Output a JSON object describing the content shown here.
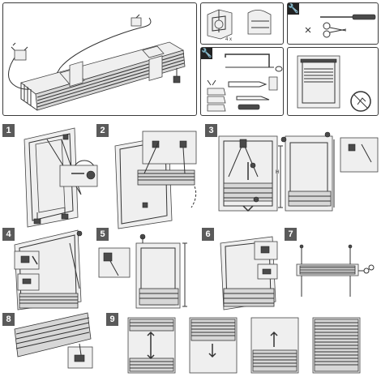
{
  "steps": {
    "s1": "1",
    "s2": "2",
    "s3": "3",
    "s4": "4",
    "s5": "5",
    "s6": "6",
    "s7": "7",
    "s8": "8",
    "s9": "9"
  },
  "clip_count_label": "4 x",
  "dimension_label": "H",
  "colors": {
    "badge": "#5a5a5a",
    "line": "#333333",
    "fabric": "#d7d7d7"
  }
}
